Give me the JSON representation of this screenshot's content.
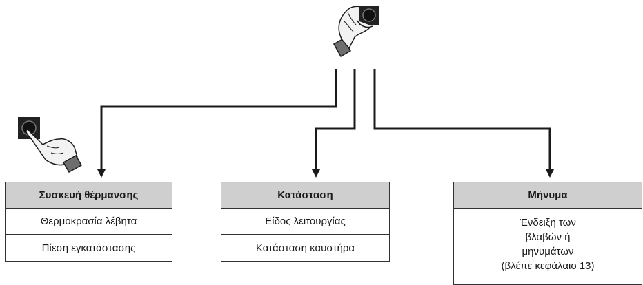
{
  "boxes": {
    "heating": {
      "title": "Συσκευή θέρμανσης",
      "rows": [
        "Θερμοκρασία λέβητα",
        "Πίεση εγκατάστασης"
      ]
    },
    "status": {
      "title": "Κατάσταση",
      "rows": [
        "Είδος λειτουργίας",
        "Κατάσταση καυστήρα"
      ]
    },
    "message": {
      "title": "Μήνυμα",
      "lines": [
        "Ένδειξη των",
        "βλαβών ή",
        "μηνυμάτων",
        "(βλέπε κεφάλαιο 13)"
      ]
    }
  },
  "icons": {
    "top": "hand-turning-knob-icon",
    "left": "hand-pressing-button-icon"
  },
  "colors": {
    "line": "#1a1a1a",
    "header_fill": "#cfcfcf",
    "glove": "#f2f2f2",
    "cuff": "#6e6e6e",
    "knob": "#222222"
  }
}
